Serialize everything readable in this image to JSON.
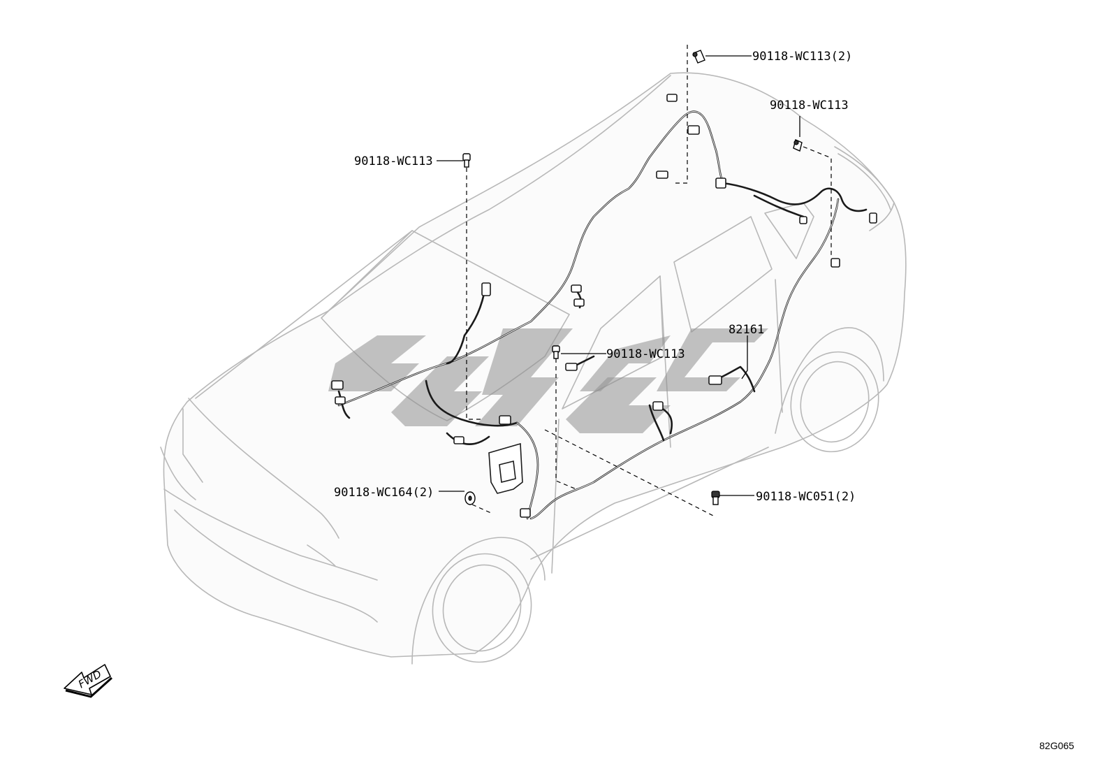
{
  "callouts": {
    "part_top_right": "90118-WC113(2)",
    "part_right": "90118-WC113",
    "part_left": "90118-WC113",
    "part_center": "90118-WC113",
    "part_harness": "82161",
    "part_lower_left": "90118-WC164(2)",
    "part_lower_right": "90118-WC051(2)"
  },
  "direction_label": "FWD",
  "diagram_code": "82G065",
  "watermark_icon": "brand-watermark",
  "colors": {
    "line": "#000000",
    "body_outline": "#b8b8b8",
    "watermark": "#8f8f8f"
  }
}
